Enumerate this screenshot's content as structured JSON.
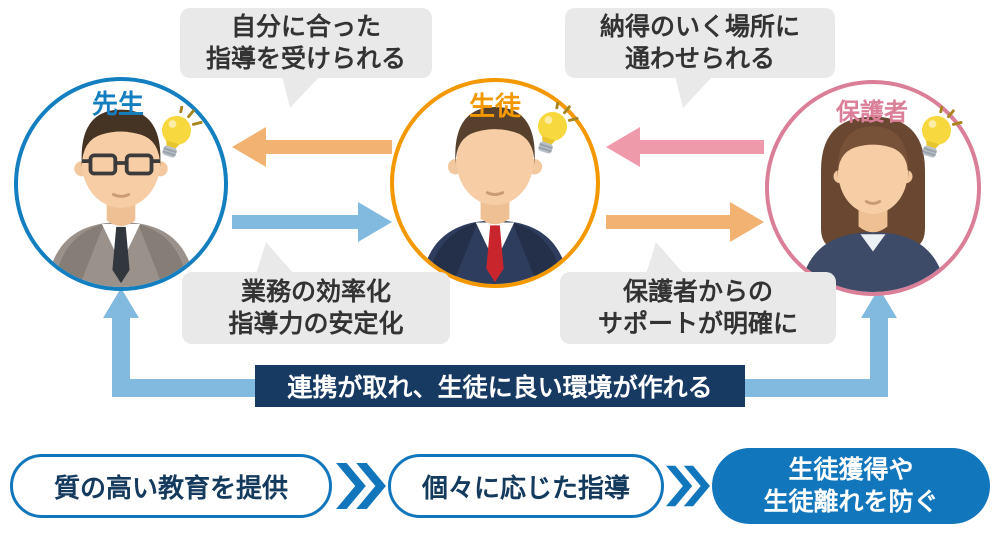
{
  "actors": {
    "teacher": {
      "label": "先生",
      "color": "#147fc0"
    },
    "student": {
      "label": "生徒",
      "color": "#f39800"
    },
    "guardian": {
      "label": "保護者",
      "color": "#db7e98"
    }
  },
  "bubbles": {
    "top_left": {
      "line1": "自分に合った",
      "line2": "指導を受けられる"
    },
    "top_right": {
      "line1": "納得のいく場所に",
      "line2": "通わせられる"
    },
    "bottom_left": {
      "line1": "業務の効率化",
      "line2": "指導力の安定化"
    },
    "bottom_right": {
      "line1": "保護者からの",
      "line2": "サポートが明確に"
    }
  },
  "banner": {
    "text": "連携が取れ、生徒に良い環境が作れる"
  },
  "flow": {
    "step1": {
      "label": "質の高い教育を提供"
    },
    "step2": {
      "label": "個々に応じた指導"
    },
    "step3": {
      "line1": "生徒獲得や",
      "line2": "生徒離れを防ぐ"
    }
  },
  "arrows": [
    {
      "from": "student",
      "to": "teacher",
      "color": "#f2b271"
    },
    {
      "from": "teacher",
      "to": "student",
      "color": "#82b9de"
    },
    {
      "from": "guardian",
      "to": "student",
      "color": "#ef9aab"
    },
    {
      "from": "student",
      "to": "guardian",
      "color": "#f2b271"
    },
    {
      "from": "teacher-and-guardian",
      "to": "cooperation-banner",
      "color": "#82b9de"
    }
  ],
  "icons": {
    "lightbulb": "idea-lightbulb",
    "chevron": "double-chevron-right"
  },
  "colors": {
    "teacher_blue": "#147fc0",
    "student_orange": "#f39800",
    "guardian_pink": "#db7e98",
    "arrow_blue": "#82b9de",
    "arrow_orange": "#f2b271",
    "arrow_pink": "#ef9aab",
    "banner_navy": "#173a63",
    "flow_blue": "#1276bd",
    "flow_navy": "#143a5e",
    "bubble_gray": "#e9e9e9"
  }
}
